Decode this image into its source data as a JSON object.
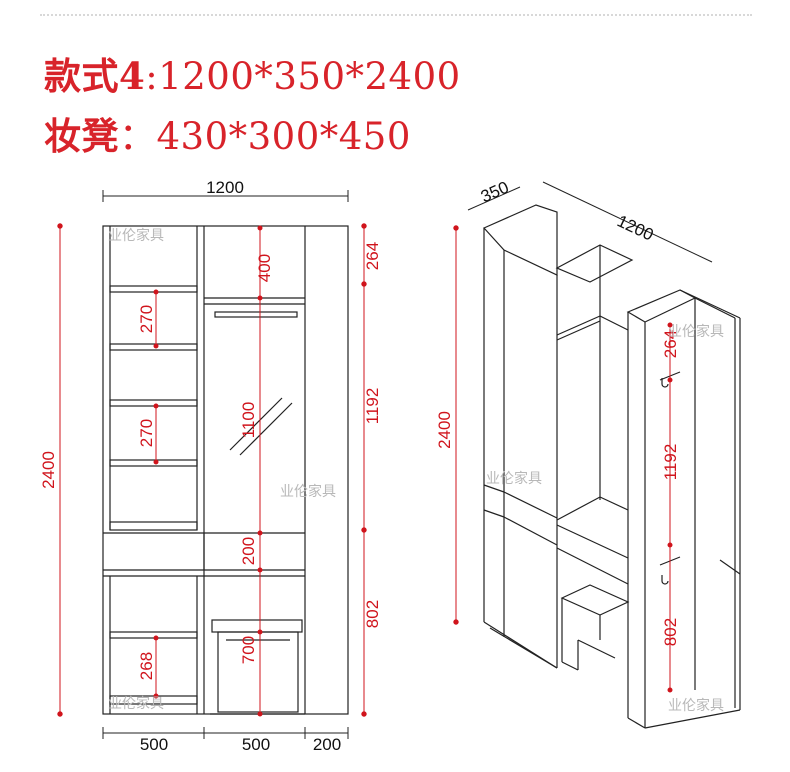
{
  "titles": {
    "style_label": "款式4",
    "style_dims": ":1200*350*2400",
    "stool_label": "妆凳",
    "stool_dims": "：430*300*450"
  },
  "watermark": "业伦家具",
  "front_view": {
    "overall_width": "1200",
    "overall_height": "2400",
    "top_section": "264",
    "middle_section": "1192",
    "lower_section": "802",
    "shelf_spacing_upper": "270",
    "shelf_spacing_mid": "270",
    "shelf_spacing_lower": "268",
    "top_cabinet": "400",
    "mirror_height": "1100",
    "drawer_height": "200",
    "stool_clearance": "700",
    "bottom_widths": [
      "500",
      "500",
      "200"
    ]
  },
  "iso_view": {
    "depth": "350",
    "width": "1200",
    "height": "2400",
    "door_top": "264",
    "door_middle": "1192",
    "door_bottom": "802"
  },
  "colors": {
    "title_red": "#d8232a",
    "dimension_red": "#d0141c",
    "line_black": "#222222",
    "watermark_gray": "#b8b8b8"
  }
}
